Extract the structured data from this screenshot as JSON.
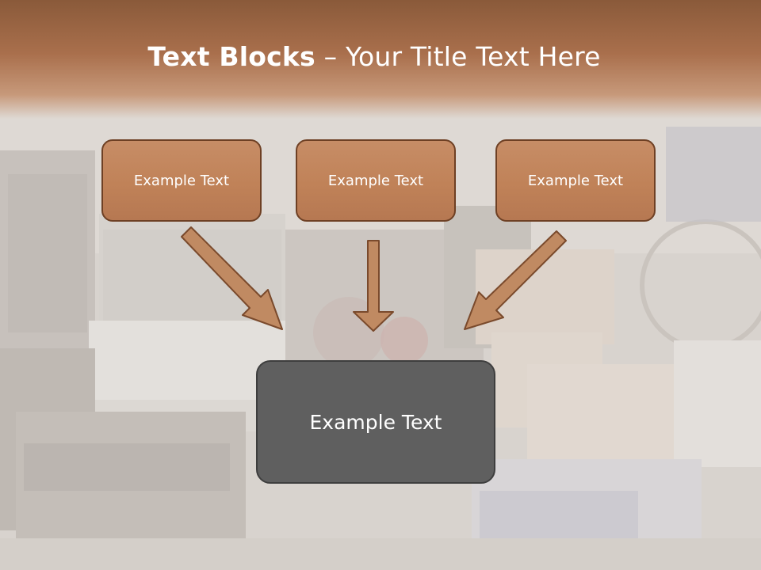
{
  "title": {
    "bold_part": "Text Blocks",
    "dash": " – ",
    "rest": "Your Title Text Here"
  },
  "blocks": {
    "left": "Example Text",
    "middle": "Example Text",
    "right": "Example Text",
    "bottom": "Example Text"
  },
  "colors": {
    "title_band": "#a96f4c",
    "block_fill": "#c08258",
    "block_border": "#6e4024",
    "arrow_fill": "#c08a62",
    "bottom_fill": "#5f5f5f"
  },
  "icons": [
    "arrow-down-right-icon",
    "arrow-down-icon",
    "arrow-down-left-icon"
  ]
}
